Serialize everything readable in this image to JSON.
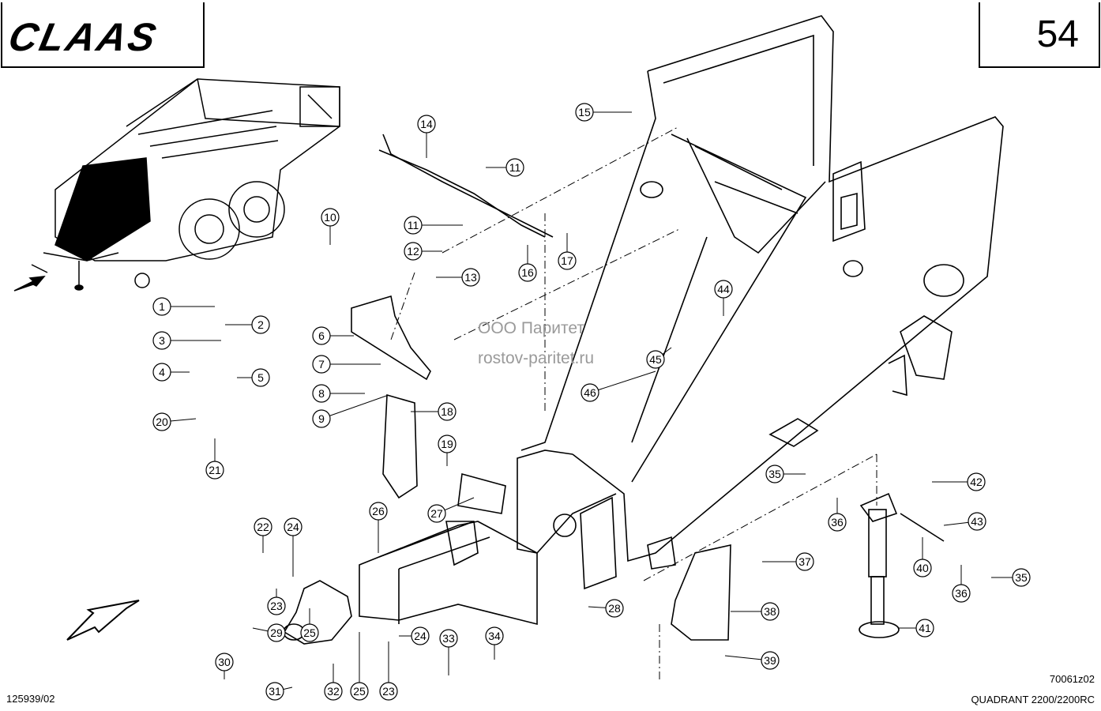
{
  "header": {
    "brand": "CLAAS",
    "page_number": "54"
  },
  "watermark": {
    "line1": "ООО Паритет",
    "line2": "rostov-paritet.ru"
  },
  "footer": {
    "left_code": "125939/02",
    "drawing_code": "70061z02",
    "model": "QUADRANT 2200/2200RC"
  },
  "callouts": [
    {
      "label": "1"
    },
    {
      "label": "2"
    },
    {
      "label": "3"
    },
    {
      "label": "4"
    },
    {
      "label": "5"
    },
    {
      "label": "6"
    },
    {
      "label": "7"
    },
    {
      "label": "8"
    },
    {
      "label": "9"
    },
    {
      "label": "10"
    },
    {
      "label": "11"
    },
    {
      "label": "11"
    },
    {
      "label": "12"
    },
    {
      "label": "13"
    },
    {
      "label": "14"
    },
    {
      "label": "15"
    },
    {
      "label": "16"
    },
    {
      "label": "17"
    },
    {
      "label": "18"
    },
    {
      "label": "19"
    },
    {
      "label": "20"
    },
    {
      "label": "21"
    },
    {
      "label": "22"
    },
    {
      "label": "23"
    },
    {
      "label": "24"
    },
    {
      "label": "25"
    },
    {
      "label": "26"
    },
    {
      "label": "27"
    },
    {
      "label": "28"
    },
    {
      "label": "29"
    },
    {
      "label": "30"
    },
    {
      "label": "31"
    },
    {
      "label": "32"
    },
    {
      "label": "25"
    },
    {
      "label": "23"
    },
    {
      "label": "24"
    },
    {
      "label": "33"
    },
    {
      "label": "34"
    },
    {
      "label": "35"
    },
    {
      "label": "35"
    },
    {
      "label": "36"
    },
    {
      "label": "36"
    },
    {
      "label": "37"
    },
    {
      "label": "38"
    },
    {
      "label": "39"
    },
    {
      "label": "40"
    },
    {
      "label": "41"
    },
    {
      "label": "42"
    },
    {
      "label": "43"
    },
    {
      "label": "44"
    },
    {
      "label": "45"
    },
    {
      "label": "46"
    }
  ]
}
